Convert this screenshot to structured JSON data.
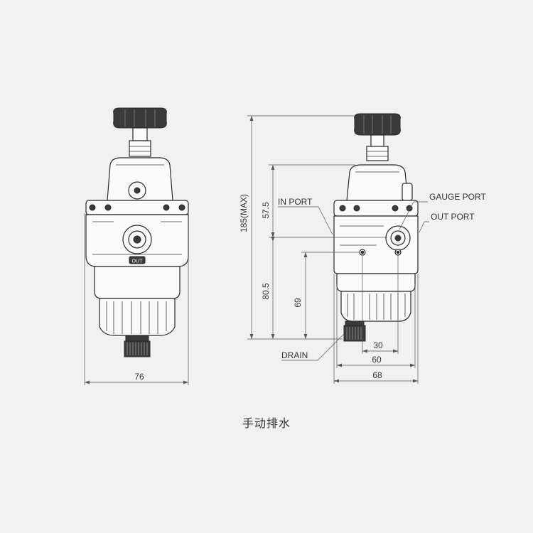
{
  "labels": {
    "in_port": "IN PORT",
    "gauge_port": "GAUGE PORT",
    "out_port": "OUT PORT",
    "drain": "DRAIN",
    "out_badge": "OUT"
  },
  "dimensions": {
    "front_width": "76",
    "side_width": "68",
    "side_60": "60",
    "side_30": "30",
    "height_max": "185(MAX)",
    "height_57_5": "57.5",
    "height_80_5": "80.5",
    "height_69": "69"
  },
  "caption": "手动排水"
}
